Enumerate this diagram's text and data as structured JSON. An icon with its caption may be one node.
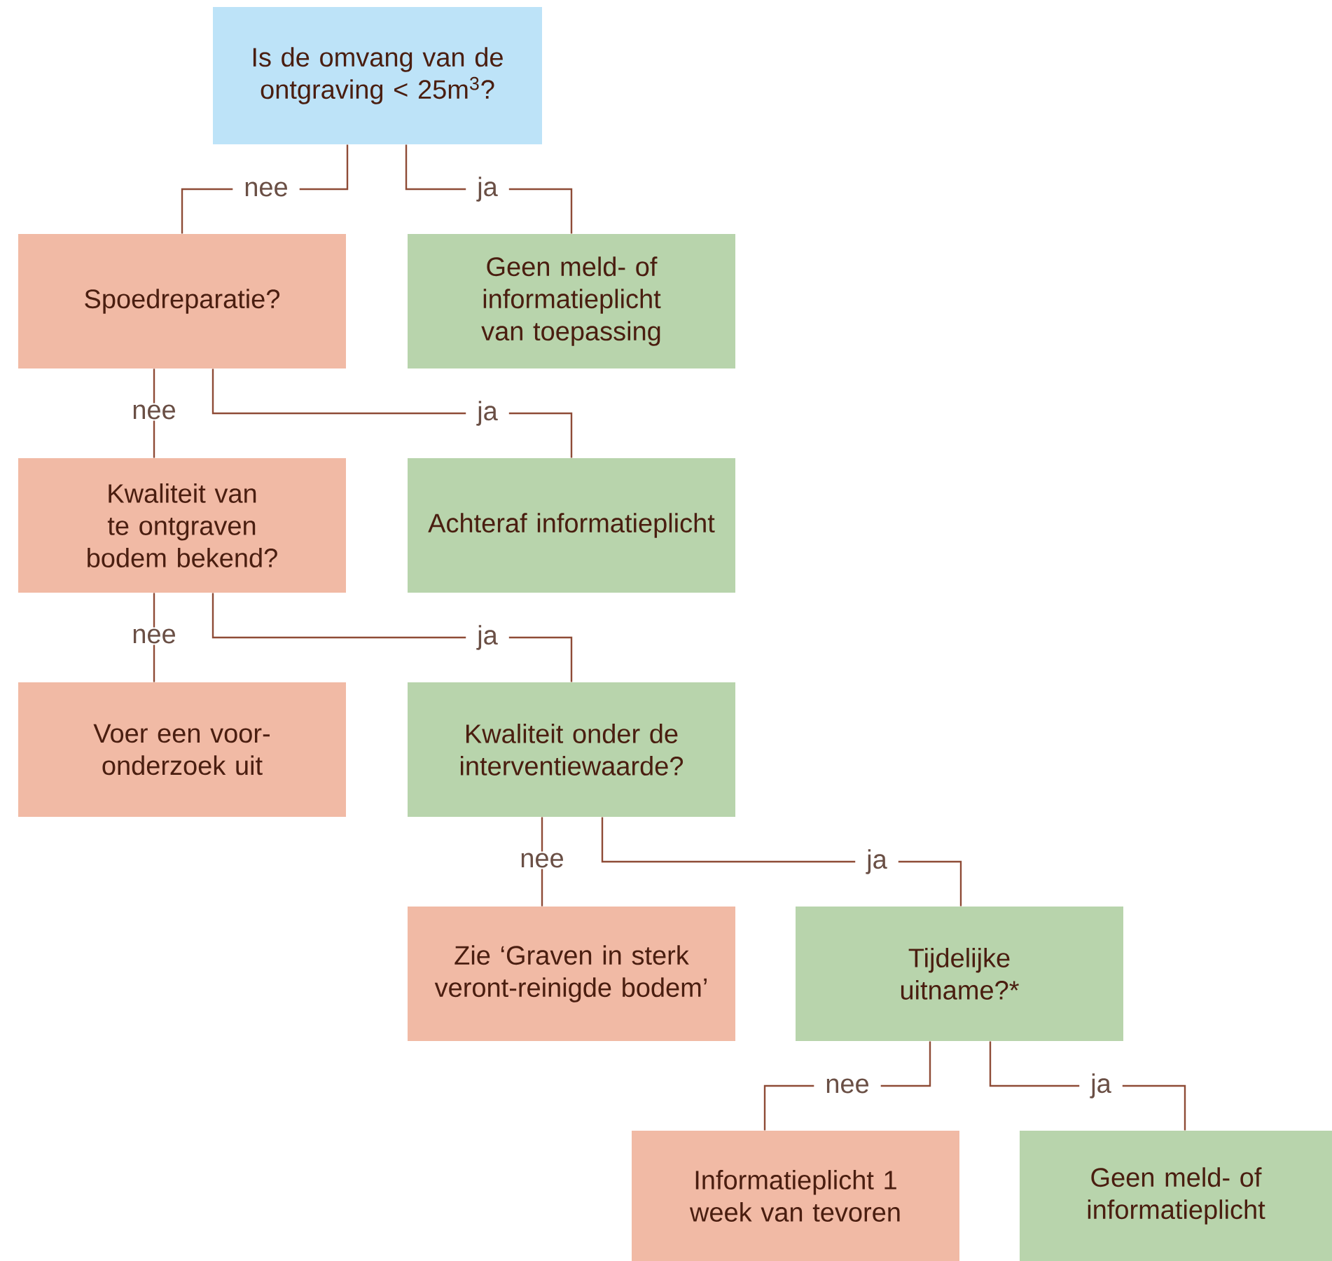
{
  "diagram": {
    "nodes": [
      {
        "text": [
          "Is de omvang van de ontgraving < 25m$^{3}$?"
        ]
      },
      {
        "text": [
          "Spoedreparatie?"
        ]
      },
      {
        "text": [
          "Geen meld- of informatieplicht van toepassing"
        ]
      },
      {
        "text": [
          "Kwaliteit van te ontgraven bodem bekend?"
        ]
      },
      {
        "text": [
          "Achteraf informatieplicht"
        ]
      },
      {
        "text": [
          "Voer een voor-onderzoek uit"
        ]
      },
      {
        "text": [
          "Kwaliteit onder de interventiewaarde?"
        ]
      },
      {
        "text": [
          "Zie ‘Graven in sterk veront-reinigde bodem’"
        ]
      },
      {
        "text": [
          "Tijdelijke uitname?*"
        ]
      },
      {
        "text": [
          "Informatieplicht 1 week van tevoren"
        ]
      },
      {
        "text": [
          "Geen meld- of informatieplicht"
        ]
      }
    ],
    "edges": [
      {
        "from": 0,
        "to": 1,
        "arrow": "none",
        "label": "nee"
      },
      {
        "from": 0,
        "to": 2,
        "arrow": "none",
        "label": "ja"
      },
      {
        "from": 1,
        "to": 3,
        "arrow": "none",
        "label": "nee"
      },
      {
        "from": 1,
        "to": 4,
        "arrow": "none",
        "label": "ja"
      },
      {
        "from": 3,
        "to": 5,
        "arrow": "none",
        "label": "nee"
      },
      {
        "from": 3,
        "to": 6,
        "arrow": "none",
        "label": "ja"
      },
      {
        "from": 6,
        "to": 7,
        "arrow": "none",
        "label": "nee"
      },
      {
        "from": 6,
        "to": 8,
        "arrow": "none",
        "label": "ja"
      },
      {
        "from": 8,
        "to": 9,
        "arrow": "none",
        "label": "nee"
      },
      {
        "from": 8,
        "to": 10,
        "arrow": "none",
        "label": "ja"
      }
    ]
  }
}
